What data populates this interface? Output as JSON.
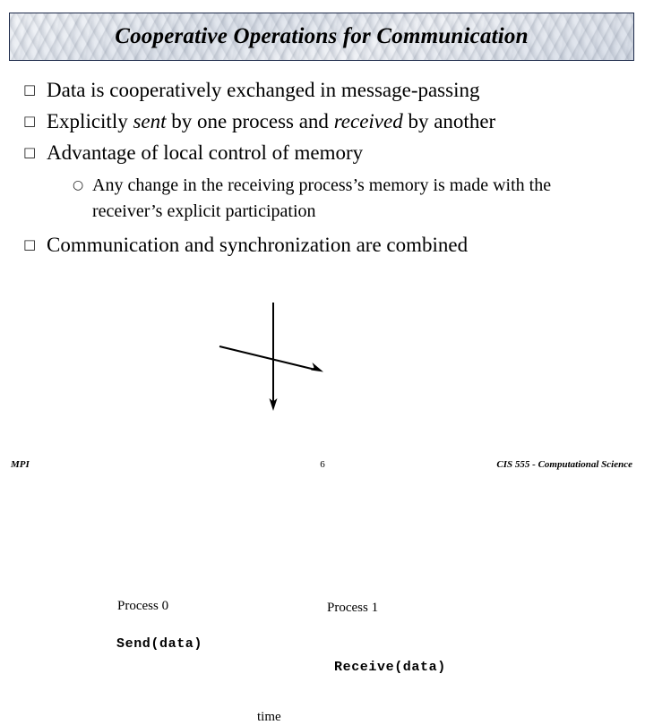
{
  "slide": {
    "title": "Cooperative Operations for Communication",
    "bullet_marker": "□",
    "subbullet_marker": "○",
    "bullets": [
      {
        "id": "bullet-1",
        "parts": [
          {
            "text": "Data is cooperatively exchanged in message-passing",
            "italic": false
          }
        ]
      },
      {
        "id": "bullet-2",
        "parts": [
          {
            "text": "Explicitly ",
            "italic": false
          },
          {
            "text": "sent",
            "italic": true
          },
          {
            "text": " by one process and ",
            "italic": false
          },
          {
            "text": "received",
            "italic": true
          },
          {
            "text": " by another",
            "italic": false
          }
        ]
      },
      {
        "id": "bullet-3",
        "parts": [
          {
            "text": "Advantage of local control of memory",
            "italic": false
          }
        ]
      }
    ],
    "subbullet": {
      "id": "subbullet-1",
      "text": "Any change in the receiving process’s memory is made with the receiver’s explicit participation"
    },
    "bullet_last": {
      "id": "bullet-4",
      "text": "Communication and synchronization are combined"
    }
  },
  "diagram": {
    "process0_label": "Process 0",
    "process1_label": "Process 1",
    "send_label": "Send(data)",
    "receive_label": "Receive(data)",
    "time_label": "time",
    "line_color": "#000000"
  },
  "footer": {
    "left": "MPI",
    "page_number": "6",
    "right": "CIS 555 - Computational Science"
  },
  "colors": {
    "background": "#ffffff",
    "text": "#000000",
    "banner_border": "#1d2a4a",
    "banner_base": "#e8ecf1"
  }
}
